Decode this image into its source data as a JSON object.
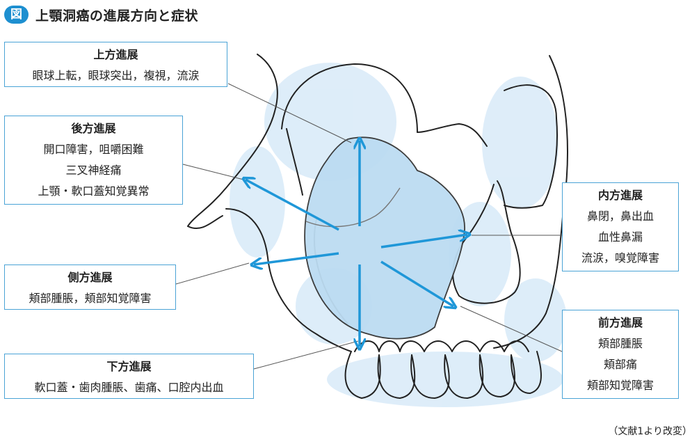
{
  "header": {
    "badge": "図",
    "title": "上顎洞癌の進展方向と症状"
  },
  "boxes": {
    "up": {
      "title": "上方進展",
      "lines": [
        "眼球上転，眼球突出，複視，流涙"
      ]
    },
    "back": {
      "title": "後方進展",
      "lines": [
        "開口障害，咀嚼困難",
        "三叉神経痛",
        "上顎・軟口蓋知覚異常"
      ]
    },
    "lateral": {
      "title": "側方進展",
      "lines": [
        "頬部腫脹，頬部知覚障害"
      ]
    },
    "down": {
      "title": "下方進展",
      "lines": [
        "軟口蓋・歯肉腫脹、歯痛、口腔内出血"
      ]
    },
    "medial": {
      "title": "内方進展",
      "lines": [
        "鼻閉，鼻出血",
        "血性鼻漏",
        "流涙，嗅覚障害"
      ]
    },
    "front": {
      "title": "前方進展",
      "lines": [
        "頬部腫脹",
        "頬部痛",
        "頬部知覚障害"
      ]
    }
  },
  "source": "（文献1より改変）",
  "colors": {
    "accent": "#1d8fd0",
    "arrow": "#1f97d8",
    "tumor": "#bcdcf2",
    "shade": "#d5e9f8",
    "box_border": "#4aa3d6"
  }
}
